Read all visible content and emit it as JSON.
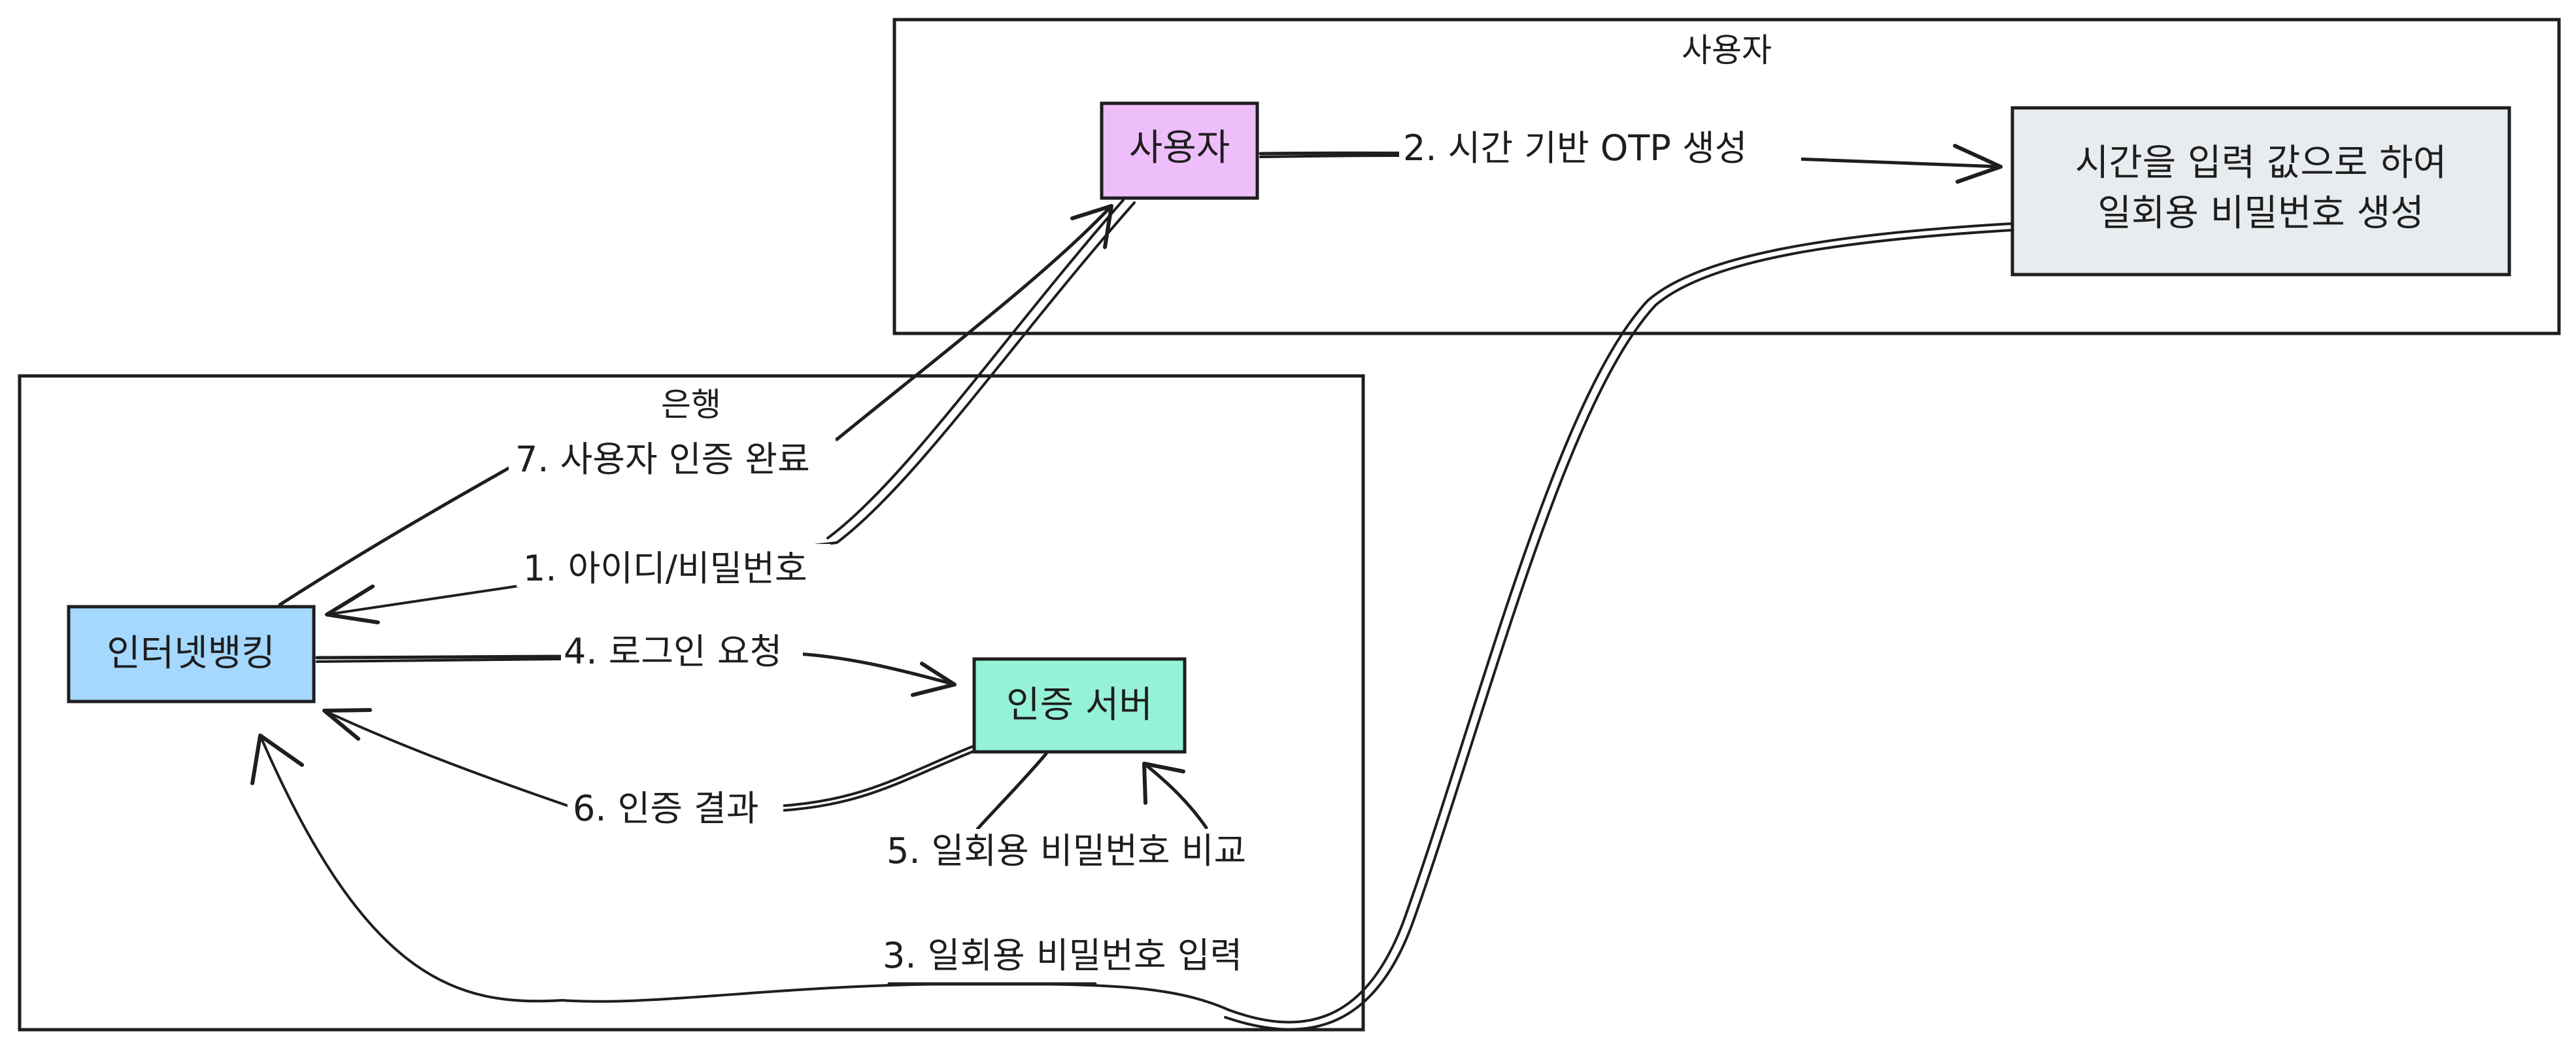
{
  "frames": {
    "user": {
      "title": "사용자"
    },
    "bank": {
      "title": "은행"
    }
  },
  "nodes": {
    "user": {
      "label": "사용자",
      "fill": "#eebefa"
    },
    "otp_generator": {
      "line1": "시간을 입력 값으로 하여",
      "line2": "일회용 비밀번호 생성",
      "fill": "#e9ecef"
    },
    "internet_banking": {
      "label": "인터넷뱅킹",
      "fill": "#a5d8ff"
    },
    "auth_server": {
      "label": "인증 서버",
      "fill": "#96f2d7"
    }
  },
  "edges": {
    "step1": {
      "label": "1. 아이디/비밀번호"
    },
    "step2": {
      "label": "2. 시간 기반 OTP 생성"
    },
    "step3": {
      "label": "3. 일회용 비밀번호 입력"
    },
    "step4": {
      "label": "4. 로그인 요청"
    },
    "step5": {
      "label": "5. 일회용 비밀번호 비교"
    },
    "step6": {
      "label": "6. 인증 결과"
    },
    "step7": {
      "label": "7. 사용자 인증 완료"
    }
  }
}
